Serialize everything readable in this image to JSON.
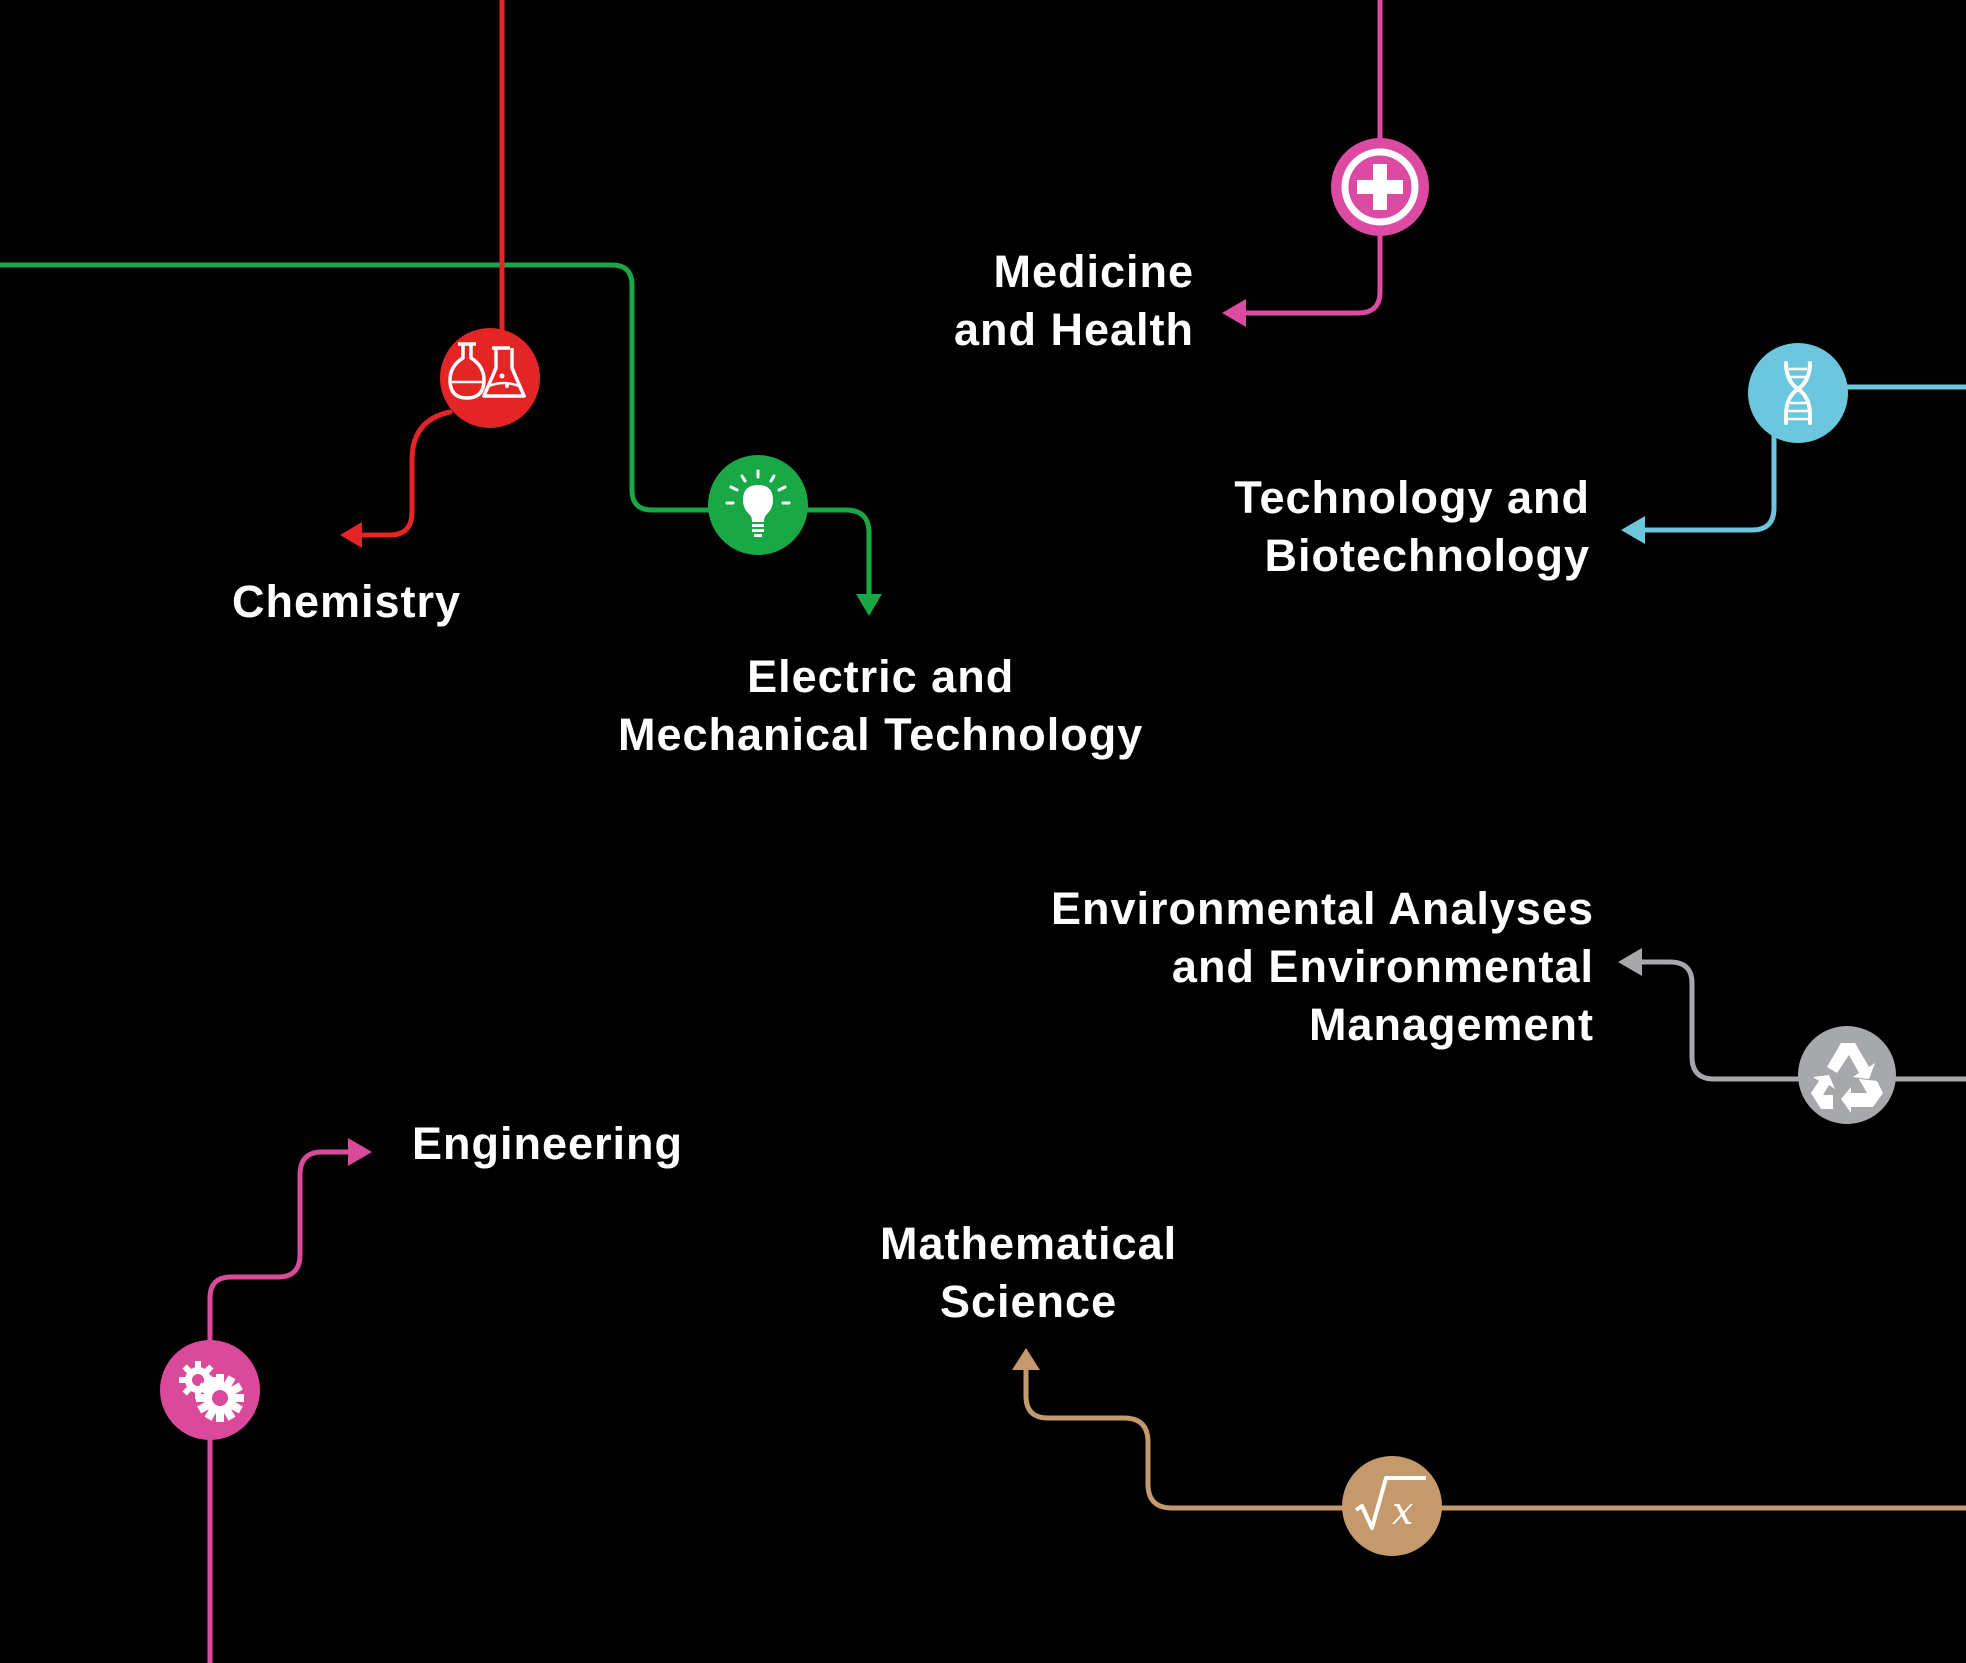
{
  "colors": {
    "background": "#000000",
    "chemistry": "#e42526",
    "electric": "#1aa847",
    "medicine": "#dc4aa1",
    "biotech": "#6cc7de",
    "environment": "#a6a8ab",
    "engineering": "#d94b9a",
    "math": "#c49a6c"
  },
  "disciplines": [
    {
      "id": "medicine",
      "icon": "medical-cross-icon",
      "lines": [
        "Medicine",
        "and Health"
      ]
    },
    {
      "id": "chemistry",
      "icon": "lab-flasks-icon",
      "lines": [
        "Chemistry"
      ]
    },
    {
      "id": "electric",
      "icon": "light-bulb-icon",
      "lines": [
        "Electric and",
        "Mechanical Technology"
      ]
    },
    {
      "id": "biotech",
      "icon": "dna-helix-icon",
      "lines": [
        "Technology and",
        "Biotechnology"
      ]
    },
    {
      "id": "environment",
      "icon": "recycle-icon",
      "lines": [
        "Environmental Analyses",
        "and Environmental",
        "Management"
      ]
    },
    {
      "id": "engineering",
      "icon": "gears-icon",
      "lines": [
        "Engineering"
      ]
    },
    {
      "id": "math",
      "icon": "square-root-icon",
      "lines": [
        "Mathematical",
        "Science"
      ]
    }
  ]
}
